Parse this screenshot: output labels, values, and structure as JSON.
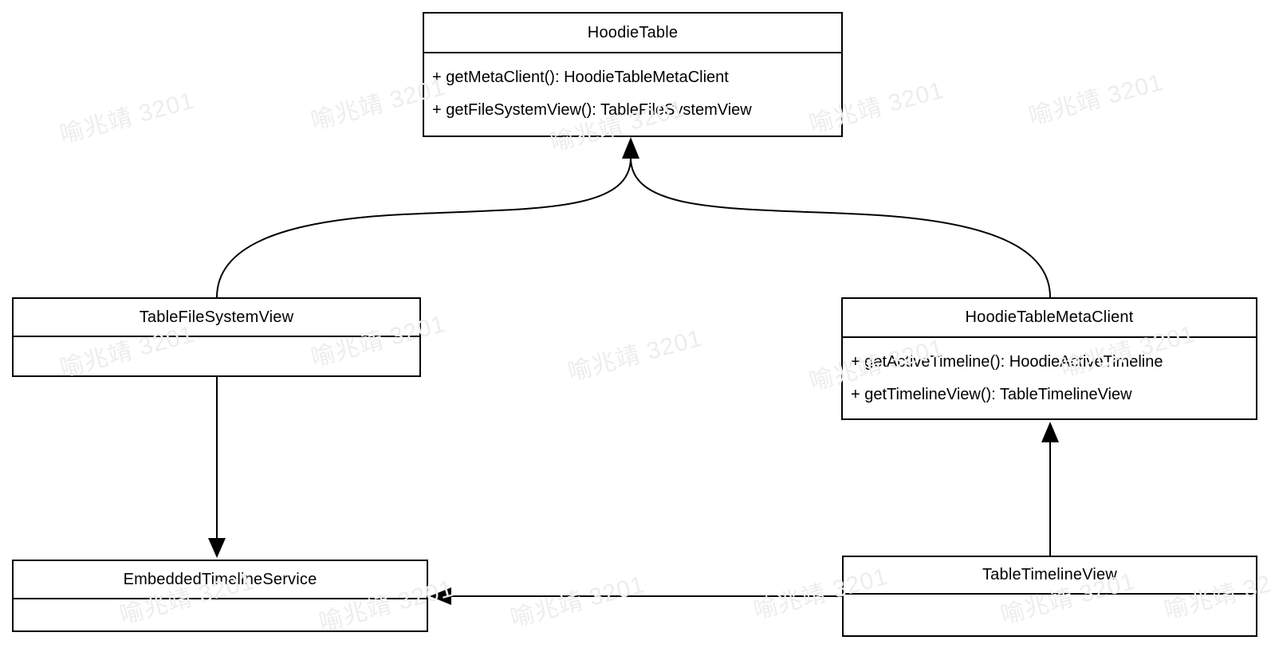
{
  "diagram": {
    "type": "uml-class-diagram",
    "classes": [
      {
        "id": "hoodie-table",
        "name": "HoodieTable",
        "methods": [
          "+ getMetaClient(): HoodieTableMetaClient",
          "+ getFileSystemView(): TableFileSystemView"
        ]
      },
      {
        "id": "table-file-system-view",
        "name": "TableFileSystemView",
        "methods": []
      },
      {
        "id": "hoodie-table-meta-client",
        "name": "HoodieTableMetaClient",
        "methods": [
          "+ getActiveTimeline(): HoodieActiveTimeline",
          "+ getTimelineView(): TableTimelineView"
        ]
      },
      {
        "id": "embedded-timeline-service",
        "name": "EmbeddedTimelineService",
        "methods": []
      },
      {
        "id": "table-timeline-view",
        "name": "TableTimelineView",
        "methods": []
      }
    ],
    "relations": [
      {
        "from": "TableFileSystemView",
        "to": "HoodieTable",
        "style": "curved",
        "arrowhead": "solid-triangle"
      },
      {
        "from": "HoodieTableMetaClient",
        "to": "HoodieTable",
        "style": "curved",
        "arrowhead": "solid-triangle"
      },
      {
        "from": "TableFileSystemView",
        "to": "EmbeddedTimelineService",
        "style": "straight",
        "arrowhead": "solid-triangle"
      },
      {
        "from": "TableTimelineView",
        "to": "HoodieTableMetaClient",
        "style": "straight",
        "arrowhead": "solid-triangle"
      },
      {
        "from": "TableTimelineView",
        "to": "EmbeddedTimelineService",
        "style": "straight",
        "arrowhead": "solid-triangle"
      }
    ],
    "colors": {
      "line": "#000000",
      "text": "#000000",
      "background": "#ffffff",
      "watermark": "#ededed"
    }
  },
  "watermark": {
    "text": "喻兆靖 3201"
  }
}
